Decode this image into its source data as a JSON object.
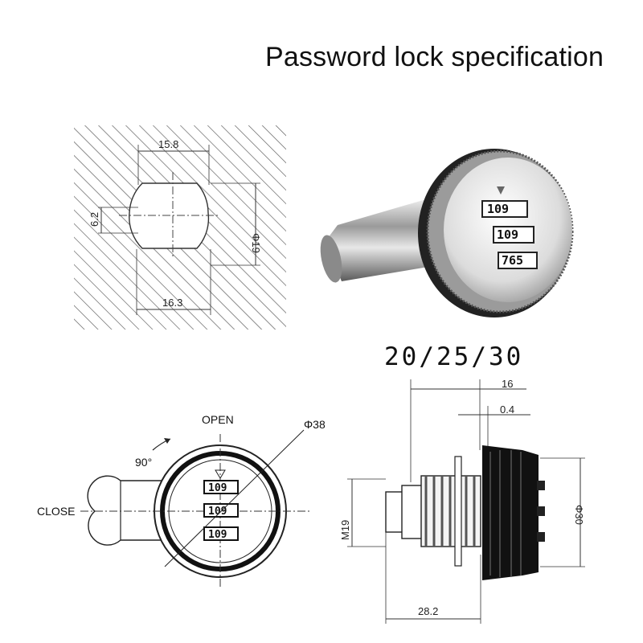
{
  "title": "Password lock specification",
  "sizes": "20/25/30",
  "cutout": {
    "width_top": "15.8",
    "width_bottom": "16.3",
    "flat_height": "6.2",
    "diameter": "Φ19"
  },
  "front_view": {
    "open": "OPEN",
    "close": "CLOSE",
    "angle": "90°",
    "diameter": "Φ38",
    "wheels": [
      "109",
      "109",
      "109"
    ]
  },
  "side_view": {
    "top_dim": "16",
    "gap_dim": "0.4",
    "thread": "M19",
    "diameter": "Φ30",
    "length": "28.2"
  },
  "photo": {
    "wheels": [
      "109",
      "109",
      "765"
    ]
  }
}
